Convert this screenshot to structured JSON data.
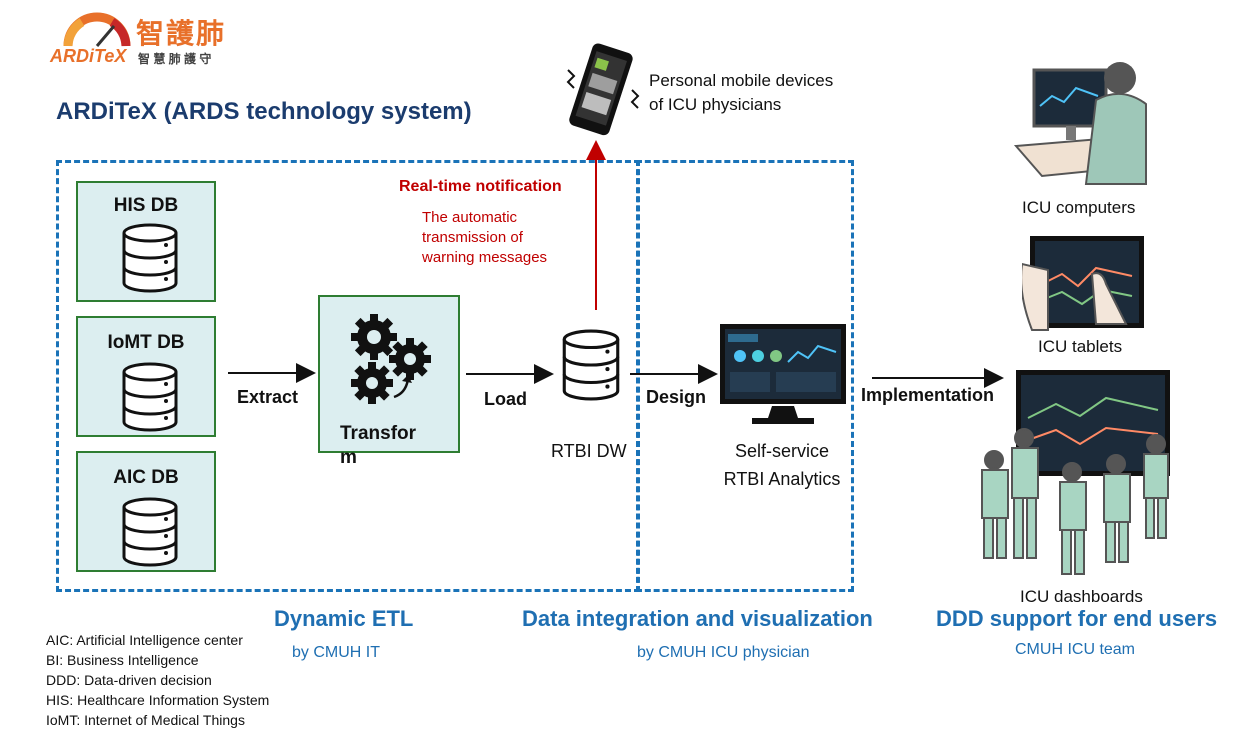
{
  "logo": {
    "brand": "ARDiTeX",
    "cn_title": "智護肺",
    "cn_subtitle": "智 慧 肺 護 守",
    "colors": {
      "orange": "#e8702a",
      "red": "#d32f2f"
    }
  },
  "title": "ARDiTeX (ARDS technology system)",
  "sources": [
    {
      "label": "HIS DB"
    },
    {
      "label": "IoMT DB"
    },
    {
      "label": "AIC DB"
    }
  ],
  "etl": {
    "extract_label": "Extract",
    "transform_label": "Transfor\nm",
    "load_label": "Load",
    "dw_label": "RTBI DW"
  },
  "notification": {
    "title": "Real-time notification",
    "description": "The automatic\ntransmission of\nwarning messages",
    "color": "#c00000"
  },
  "mobile": {
    "caption": "Personal mobile devices\nof ICU physicians"
  },
  "analytics": {
    "design_label": "Design",
    "caption": "Self-service\nRTBI Analytics"
  },
  "implementation_label": "Implementation",
  "end_users": [
    {
      "caption": "ICU computers"
    },
    {
      "caption": "ICU tablets"
    },
    {
      "caption": "ICU dashboards"
    }
  ],
  "sections": [
    {
      "heading": "Dynamic ETL",
      "sub": "by CMUH IT"
    },
    {
      "heading": "Data integration and visualization",
      "sub": "by CMUH ICU physician"
    },
    {
      "heading": "DDD support for end users",
      "sub": "CMUH ICU team"
    }
  ],
  "legend": [
    "AIC: Artificial Intelligence center",
    "BI: Business Intelligence",
    "DDD: Data-driven decision",
    "HIS: Healthcare Information System",
    "IoMT: Internet of Medical Things"
  ],
  "colors": {
    "accent_blue": "#1f6fb2",
    "box_fill": "#dceef0",
    "box_border": "#2e7d32"
  }
}
